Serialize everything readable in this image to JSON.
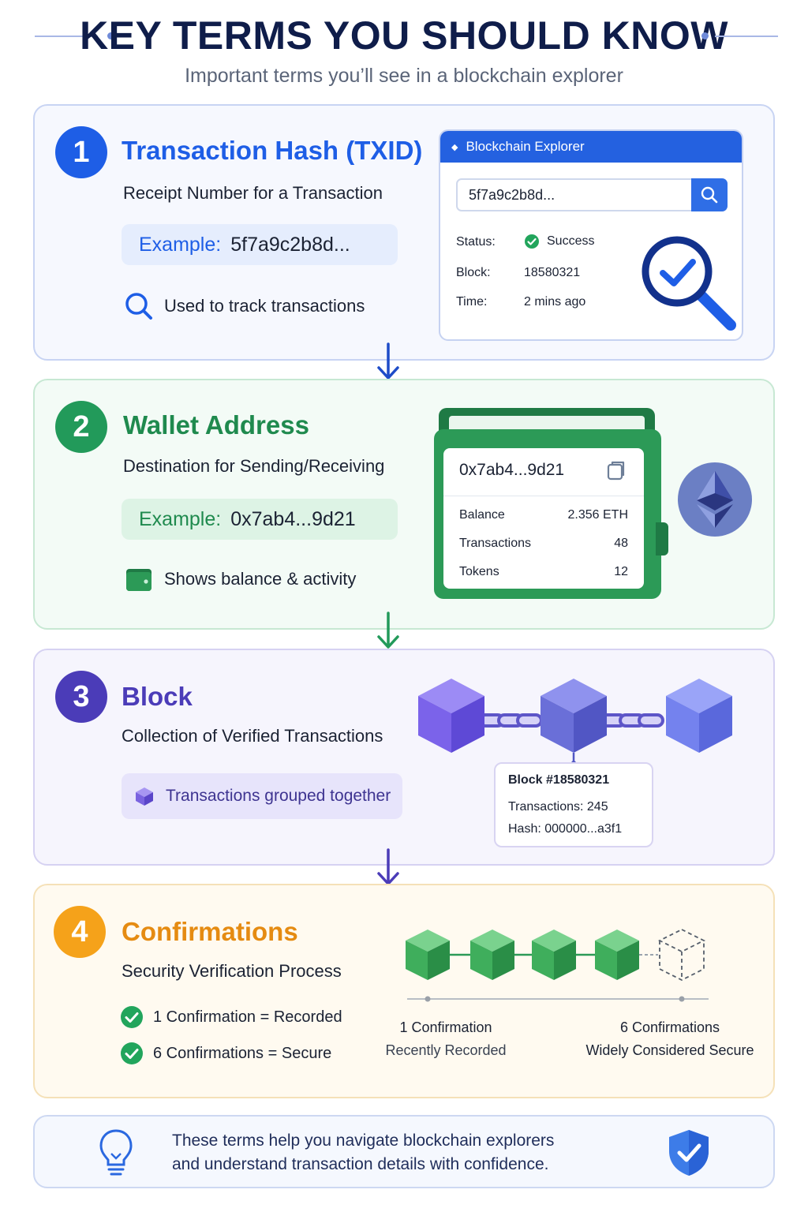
{
  "header": {
    "title": "KEY TERMS YOU SHOULD KNOW",
    "subtitle": "Important terms you’ll see in a blockchain explorer"
  },
  "colors": {
    "blue": "#1e5ee6",
    "green": "#229a5a",
    "purple": "#4b3cb8",
    "orange": "#f5a21a"
  },
  "terms": [
    {
      "number": "1",
      "title": "Transaction Hash (TXID)",
      "description": "Receipt Number for a Transaction",
      "example_label": "Example:",
      "example_value": "5f7a9c2b8d...",
      "note": "Used to track transactions",
      "note_icon": "search-icon"
    },
    {
      "number": "2",
      "title": "Wallet Address",
      "description": "Destination for Sending/Receiving",
      "example_label": "Example:",
      "example_value": "0x7ab4...9d21",
      "note": "Shows balance & activity",
      "note_icon": "wallet-icon"
    },
    {
      "number": "3",
      "title": "Block",
      "description": "Collection of Verified Transactions",
      "note": "Transactions grouped together",
      "note_icon": "cube-icon"
    },
    {
      "number": "4",
      "title": "Confirmations",
      "description": "Security Verification Process",
      "checks": [
        "1 Confirmation = Recorded",
        "6 Confirmations = Secure"
      ]
    }
  ],
  "explorer": {
    "header": "Blockchain Explorer",
    "search_value": "5f7a9c2b8d...",
    "status_label": "Status:",
    "status_value": "Success",
    "block_label": "Block:",
    "block_value": "18580321",
    "time_label": "Time:",
    "time_value": "2 mins ago"
  },
  "wallet": {
    "address": "0x7ab4...9d21",
    "rows": [
      {
        "label": "Balance",
        "value": "2.356 ETH"
      },
      {
        "label": "Transactions",
        "value": "48"
      },
      {
        "label": "Tokens",
        "value": "12"
      }
    ]
  },
  "block_info": {
    "title": "Block #18580321",
    "transactions": "Transactions: 245",
    "hash": "Hash: 000000...a3f1"
  },
  "confirmations": {
    "left_title": "1 Confirmation",
    "left_sub": "Recently Recorded",
    "right_title": "6 Confirmations",
    "right_sub": "Widely Considered Secure"
  },
  "footer": {
    "line1": "These terms help you navigate blockchain explorers",
    "line2": "and understand transaction details with confidence."
  }
}
